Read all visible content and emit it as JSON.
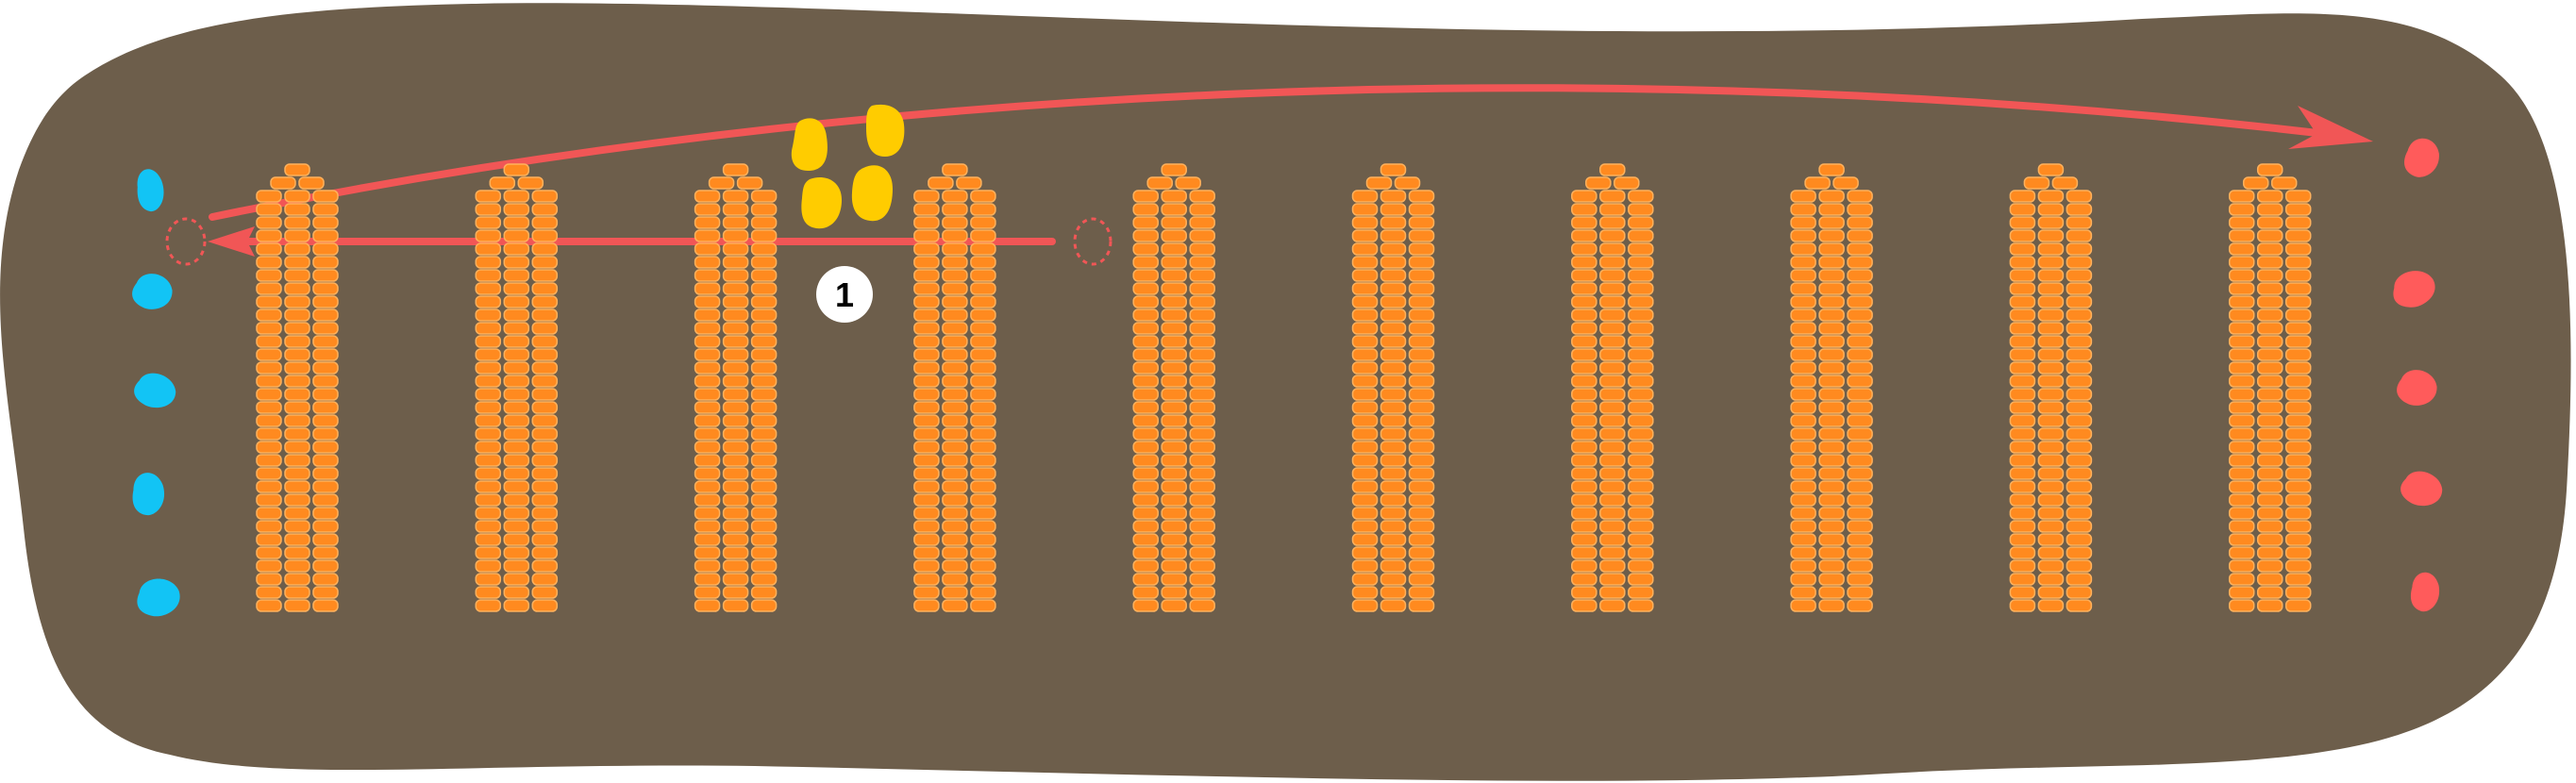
{
  "step_marker": {
    "label": "1"
  },
  "colors": {
    "field": "#6d5e4b",
    "cob": "#ff8a1f",
    "cob_outline": "#ffb15c",
    "blue_item": "#12c4f5",
    "red_item": "#ff5b5b",
    "arrow": "#f15656",
    "yellow_item": "#ffcc00",
    "marker_fill": "#ffffff",
    "marker_text": "#000000"
  },
  "icons": {
    "left_column": "blue-blob-icon",
    "right_column": "red-blob-icon",
    "rows": "corn-cob-icon",
    "cluster": "yellow-blob-icon",
    "target": "dashed-oval-target-icon"
  },
  "layout_counts": {
    "rows": 10,
    "blue_items": 5,
    "red_items": 5,
    "yellow_items": 4
  }
}
